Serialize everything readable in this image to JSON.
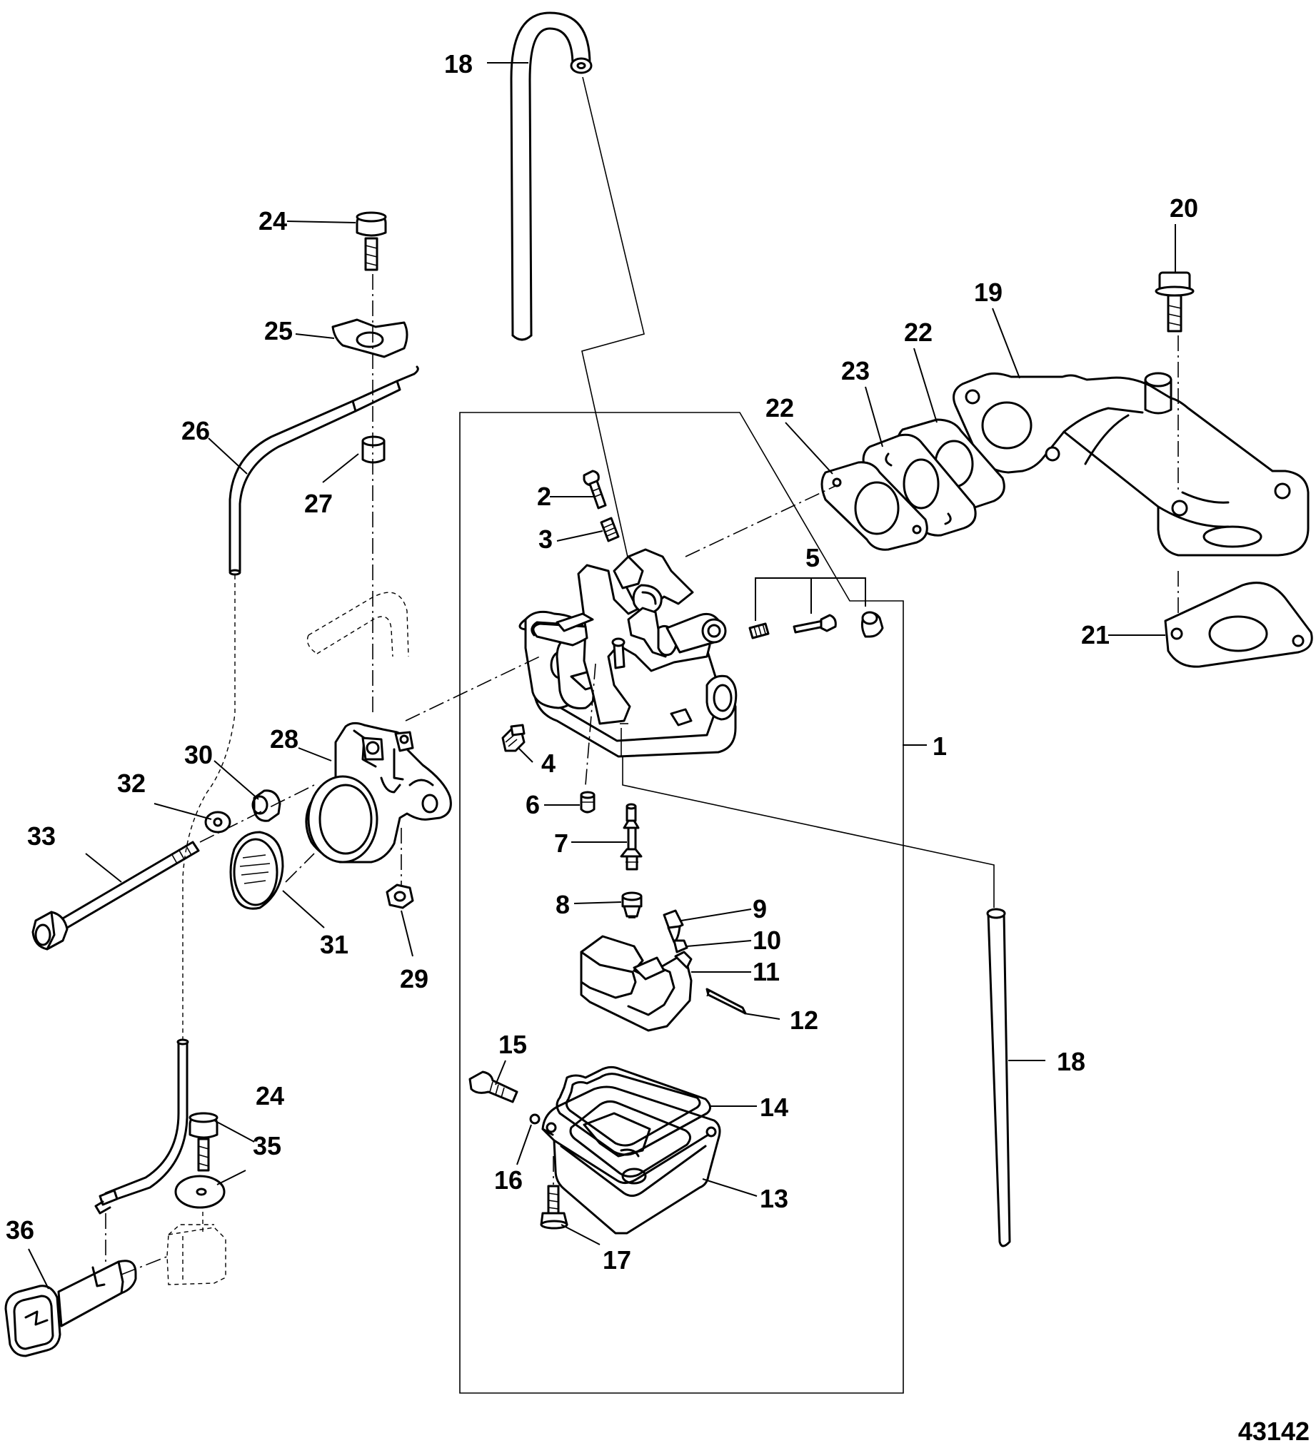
{
  "diagram": {
    "figure_number": "43142",
    "callouts": [
      {
        "id": "c1",
        "label": "1"
      },
      {
        "id": "c2",
        "label": "2"
      },
      {
        "id": "c3",
        "label": "3"
      },
      {
        "id": "c4",
        "label": "4"
      },
      {
        "id": "c5",
        "label": "5"
      },
      {
        "id": "c6",
        "label": "6"
      },
      {
        "id": "c7",
        "label": "7"
      },
      {
        "id": "c8",
        "label": "8"
      },
      {
        "id": "c9",
        "label": "9"
      },
      {
        "id": "c10",
        "label": "10"
      },
      {
        "id": "c11",
        "label": "11"
      },
      {
        "id": "c12",
        "label": "12"
      },
      {
        "id": "c13",
        "label": "13"
      },
      {
        "id": "c14",
        "label": "14"
      },
      {
        "id": "c15",
        "label": "15"
      },
      {
        "id": "c16",
        "label": "16"
      },
      {
        "id": "c17",
        "label": "17"
      },
      {
        "id": "c18a",
        "label": "18"
      },
      {
        "id": "c18b",
        "label": "18"
      },
      {
        "id": "c19",
        "label": "19"
      },
      {
        "id": "c20",
        "label": "20"
      },
      {
        "id": "c21",
        "label": "21"
      },
      {
        "id": "c22a",
        "label": "22"
      },
      {
        "id": "c22b",
        "label": "22"
      },
      {
        "id": "c23",
        "label": "23"
      },
      {
        "id": "c24a",
        "label": "24"
      },
      {
        "id": "c24b",
        "label": "24"
      },
      {
        "id": "c25",
        "label": "25"
      },
      {
        "id": "c26",
        "label": "26"
      },
      {
        "id": "c27",
        "label": "27"
      },
      {
        "id": "c28",
        "label": "28"
      },
      {
        "id": "c29",
        "label": "29"
      },
      {
        "id": "c30",
        "label": "30"
      },
      {
        "id": "c31",
        "label": "31"
      },
      {
        "id": "c32",
        "label": "32"
      },
      {
        "id": "c33",
        "label": "33"
      },
      {
        "id": "c35",
        "label": "35"
      },
      {
        "id": "c36",
        "label": "36"
      }
    ]
  }
}
